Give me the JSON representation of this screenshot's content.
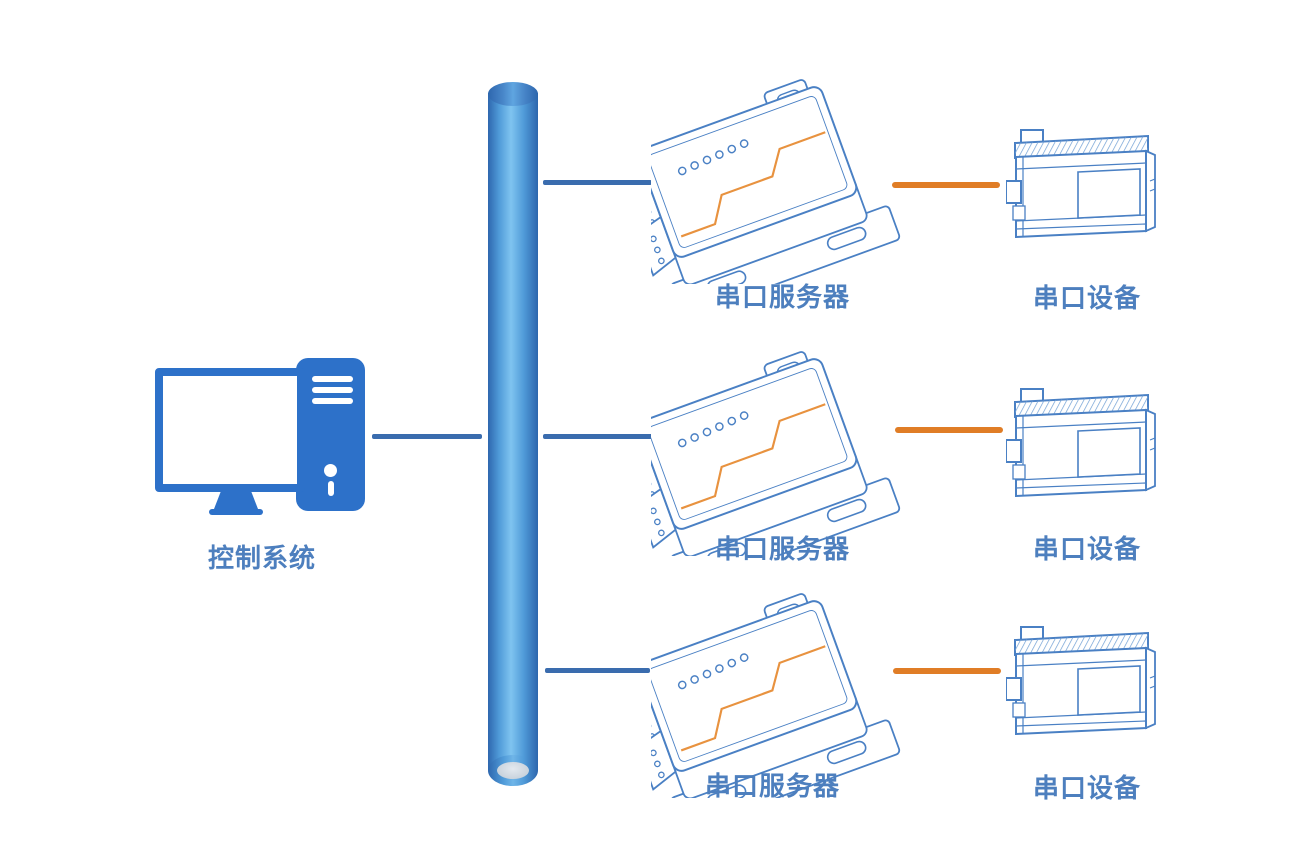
{
  "diagram": {
    "type": "network-topology",
    "labels": {
      "control_system": "控制系统"
    },
    "rows": [
      {
        "server_label": "串口服务器",
        "device_label": "串口设备"
      },
      {
        "server_label": "串口服务器",
        "device_label": "串口设备"
      },
      {
        "server_label": "串口服务器",
        "device_label": "串口设备"
      }
    ],
    "colors": {
      "solid_blue": "#2d71c9",
      "line_blue": "#3a6cae",
      "outline_blue": "#4a80c4",
      "orange_line": "#e07d26",
      "orange_trace": "#e8923f",
      "label_blue": "#4d7fbe",
      "bus_highlight": "#7fc4f0"
    },
    "icons": {
      "left": "computer-workstation-icon",
      "middle": "bus-cylinder-icon",
      "server": "serial-server-icon",
      "device": "plc-device-icon"
    }
  }
}
